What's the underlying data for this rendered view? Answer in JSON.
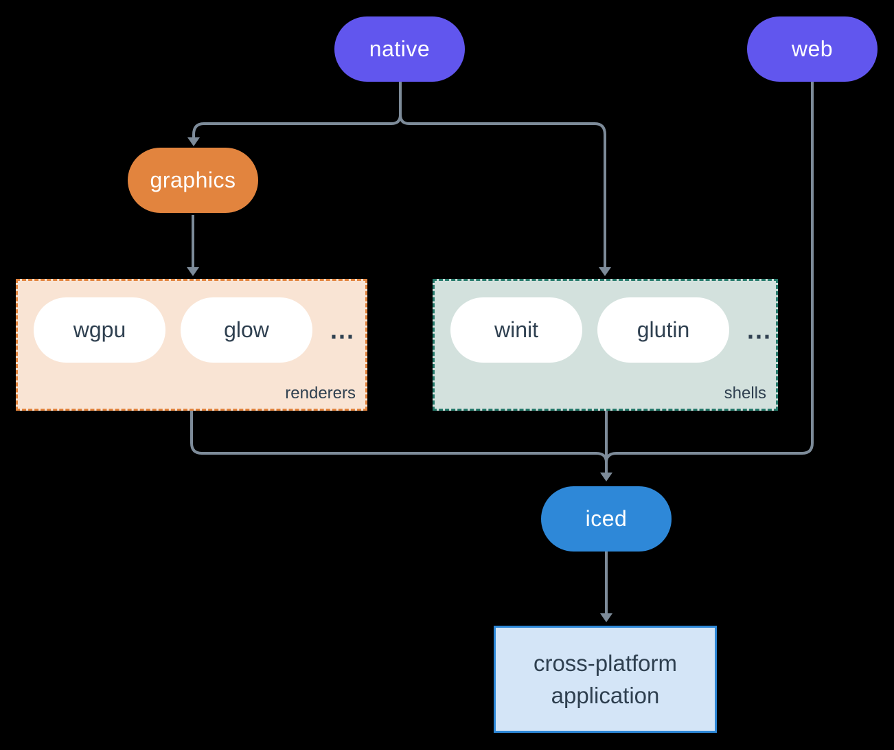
{
  "palette": {
    "background": "#000000",
    "connector_line": "#7d8b99",
    "purple_node": "#6156ee",
    "orange_node": "#e2843e",
    "blue_node": "#2e88d8",
    "dark_text": "#2f4050",
    "white_pill": "#ffffff",
    "renderers_bg": "#f9e4d4",
    "renderers_border": "#e2843e",
    "shells_bg": "#d3e1dd",
    "shells_border": "#267a6b",
    "app_bg": "#d4e5f7",
    "app_border": "#2e88d8"
  },
  "nodes": {
    "native": {
      "label": "native"
    },
    "web": {
      "label": "web"
    },
    "graphics": {
      "label": "graphics"
    },
    "iced": {
      "label": "iced"
    },
    "app": {
      "line1": "cross-platform",
      "line2": "application"
    }
  },
  "groups": {
    "renderers": {
      "label": "renderers",
      "items": [
        "wgpu",
        "glow"
      ],
      "more": "..."
    },
    "shells": {
      "label": "shells",
      "items": [
        "winit",
        "glutin"
      ],
      "more": "..."
    }
  }
}
